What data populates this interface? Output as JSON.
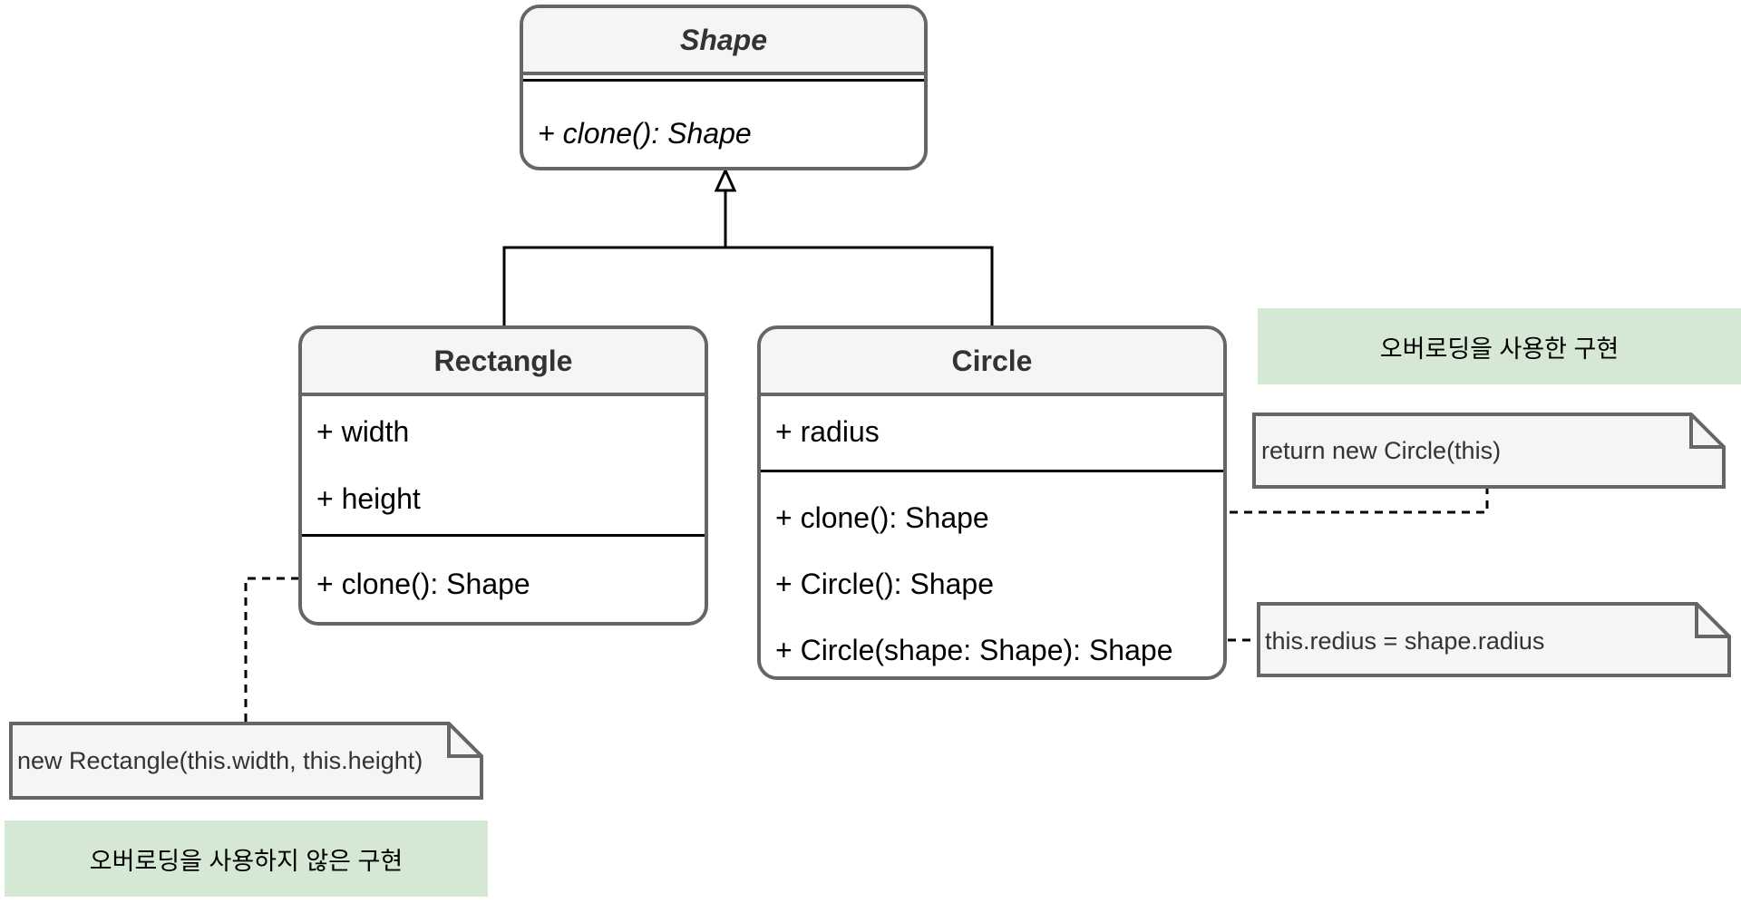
{
  "colors": {
    "class_border": "#666666",
    "class_header_fill": "#f5f5f5",
    "note_fill": "#f5f5f5",
    "label_fill": "#d5e8d4"
  },
  "classes": {
    "shape": {
      "name": "Shape",
      "abstract": true,
      "attributes": [],
      "methods": [
        "+ clone(): Shape"
      ]
    },
    "rectangle": {
      "name": "Rectangle",
      "attributes": [
        "+ width",
        "+ height"
      ],
      "methods": [
        "+ clone(): Shape"
      ]
    },
    "circle": {
      "name": "Circle",
      "attributes": [
        "+ radius"
      ],
      "methods": [
        "+ clone(): Shape",
        "+ Circle(): Shape",
        "+ Circle(shape: Shape): Shape"
      ]
    }
  },
  "notes": {
    "circle_clone": "return new Circle(this)",
    "circle_copy_ctor": "this.redius = shape.radius",
    "rectangle_clone": "new Rectangle(this.width, this.height)"
  },
  "labels": {
    "with_overloading": "오버로딩을 사용한 구현",
    "without_overloading": "오버로딩을 사용하지 않은 구현"
  },
  "relations": [
    "Rectangle extends Shape",
    "Circle extends Shape"
  ]
}
